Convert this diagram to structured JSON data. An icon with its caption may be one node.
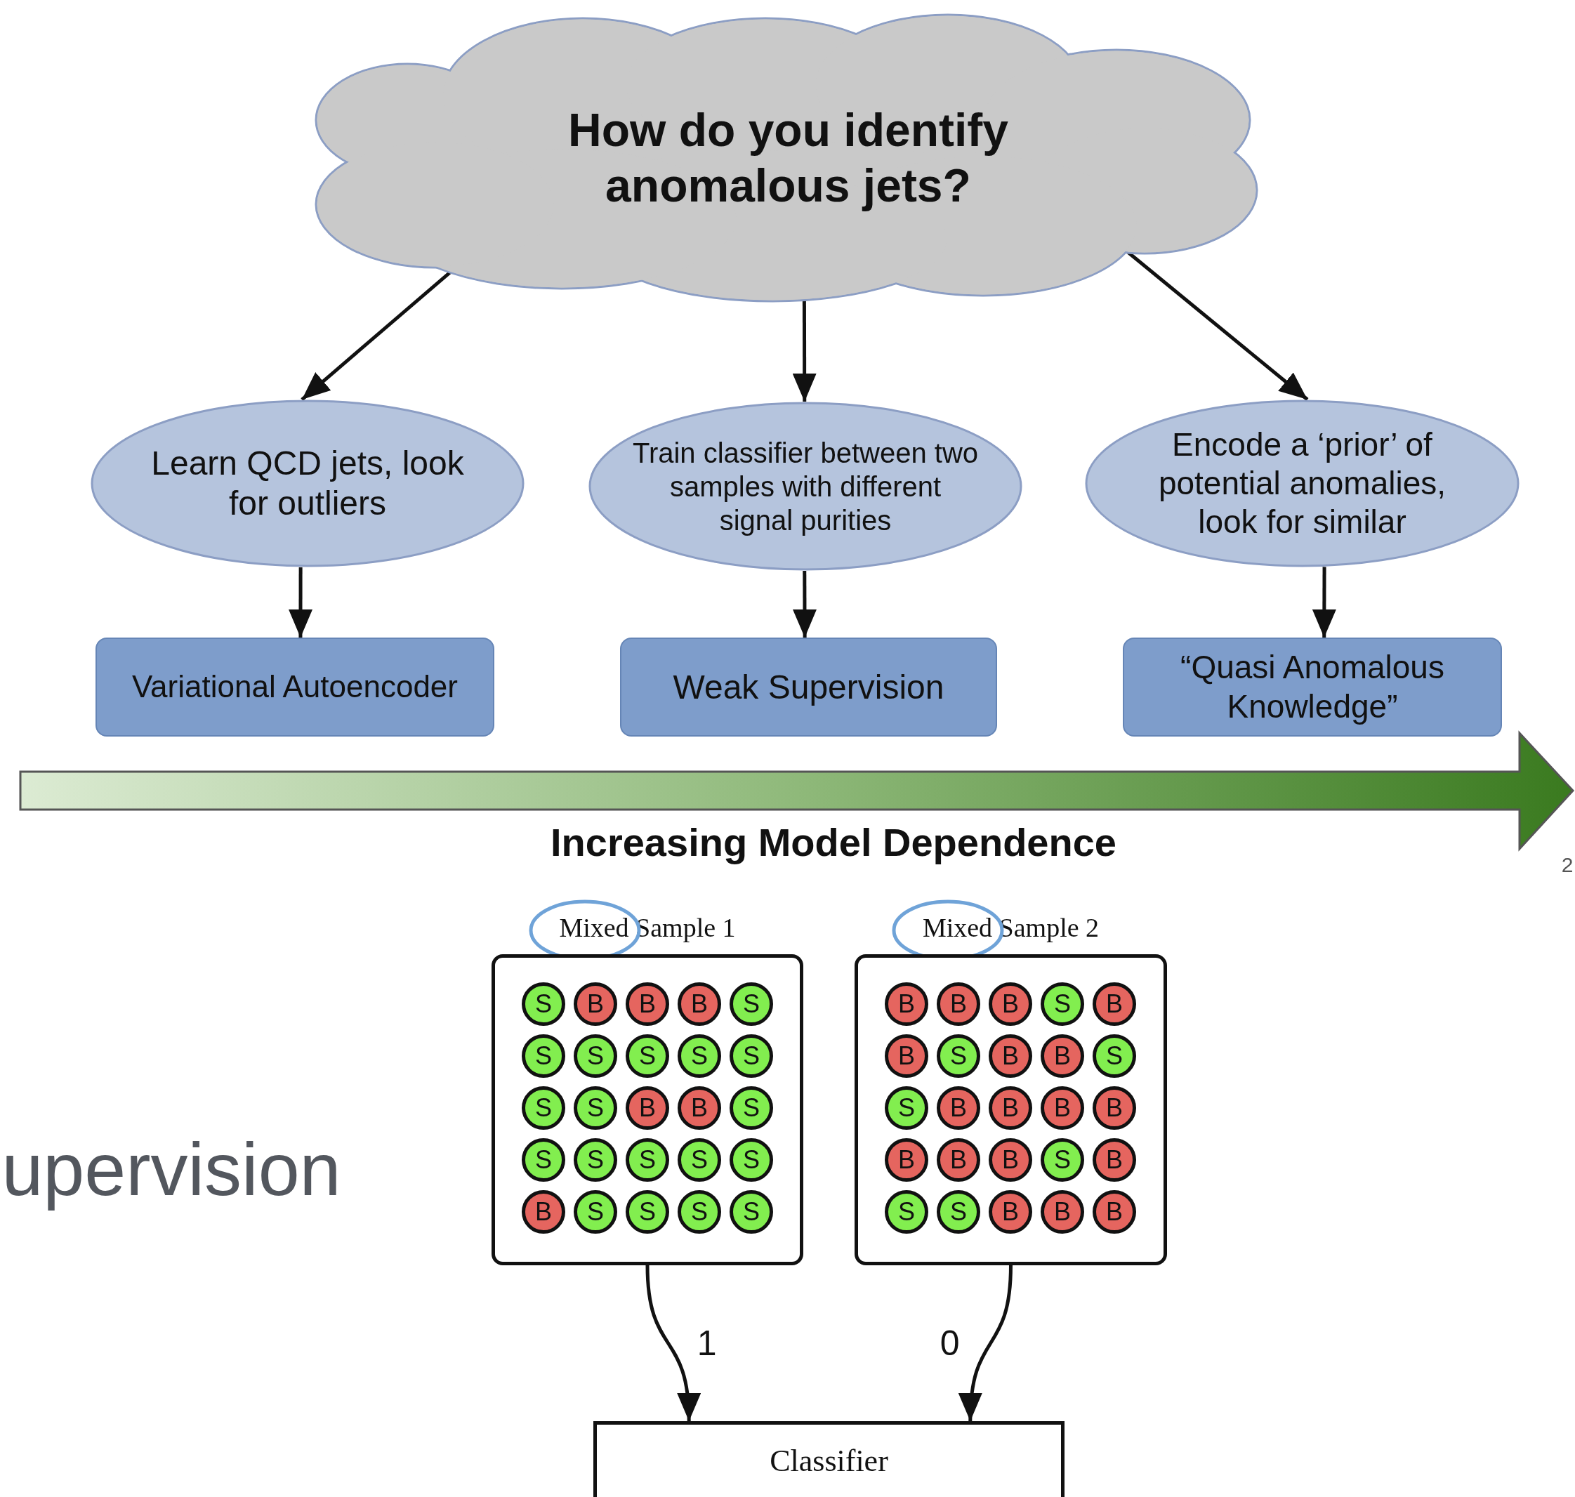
{
  "diagram": {
    "nodes": [
      {
        "text": [
          "How do you identify anomalous jets?"
        ]
      },
      {
        "text": [
          "Learn QCD jets, look for outliers"
        ]
      },
      {
        "text": [
          "Train classifier between two samples with different signal purities"
        ]
      },
      {
        "text": [
          "Encode a ‘prior’ of potential anomalies, look for similar"
        ]
      },
      {
        "text": [
          "Variational Autoencoder"
        ]
      },
      {
        "text": [
          "Weak Supervision"
        ]
      },
      {
        "text": [
          "“Quasi Anomalous Knowledge”"
        ]
      },
      {
        "text": [
          "Mixed Sample 1"
        ]
      },
      {
        "text": [
          "S"
        ],
        "in": 7
      },
      {
        "text": [
          "B"
        ],
        "in": 7
      },
      {
        "text": [
          "B"
        ],
        "in": 7
      },
      {
        "text": [
          "B"
        ],
        "in": 7
      },
      {
        "text": [
          "S"
        ],
        "in": 7
      },
      {
        "text": [
          "S"
        ],
        "in": 7
      },
      {
        "text": [
          "S"
        ],
        "in": 7
      },
      {
        "text": [
          "S"
        ],
        "in": 7
      },
      {
        "text": [
          "S"
        ],
        "in": 7
      },
      {
        "text": [
          "S"
        ],
        "in": 7
      },
      {
        "text": [
          "S"
        ],
        "in": 7
      },
      {
        "text": [
          "S"
        ],
        "in": 7
      },
      {
        "text": [
          "B"
        ],
        "in": 7
      },
      {
        "text": [
          "B"
        ],
        "in": 7
      },
      {
        "text": [
          "S"
        ],
        "in": 7
      },
      {
        "text": [
          "S"
        ],
        "in": 7
      },
      {
        "text": [
          "S"
        ],
        "in": 7
      },
      {
        "text": [
          "S"
        ],
        "in": 7
      },
      {
        "text": [
          "S"
        ],
        "in": 7
      },
      {
        "text": [
          "S"
        ],
        "in": 7
      },
      {
        "text": [
          "B"
        ],
        "in": 7
      },
      {
        "text": [
          "S"
        ],
        "in": 7
      },
      {
        "text": [
          "S"
        ],
        "in": 7
      },
      {
        "text": [
          "S"
        ],
        "in": 7
      },
      {
        "text": [
          "S"
        ],
        "in": 7
      },
      {
        "text": [
          "Mixed Sample 2"
        ]
      },
      {
        "text": [
          "B"
        ],
        "in": 33
      },
      {
        "text": [
          "B"
        ],
        "in": 33
      },
      {
        "text": [
          "B"
        ],
        "in": 33
      },
      {
        "text": [
          "S"
        ],
        "in": 33
      },
      {
        "text": [
          "B"
        ],
        "in": 33
      },
      {
        "text": [
          "B"
        ],
        "in": 33
      },
      {
        "text": [
          "S"
        ],
        "in": 33
      },
      {
        "text": [
          "B"
        ],
        "in": 33
      },
      {
        "text": [
          "B"
        ],
        "in": 33
      },
      {
        "text": [
          "S"
        ],
        "in": 33
      },
      {
        "text": [
          "S"
        ],
        "in": 33
      },
      {
        "text": [
          "B"
        ],
        "in": 33
      },
      {
        "text": [
          "B"
        ],
        "in": 33
      },
      {
        "text": [
          "B"
        ],
        "in": 33
      },
      {
        "text": [
          "B"
        ],
        "in": 33
      },
      {
        "text": [
          "B"
        ],
        "in": 33
      },
      {
        "text": [
          "B"
        ],
        "in": 33
      },
      {
        "text": [
          "B"
        ],
        "in": 33
      },
      {
        "text": [
          "S"
        ],
        "in": 33
      },
      {
        "text": [
          "B"
        ],
        "in": 33
      },
      {
        "text": [
          "S"
        ],
        "in": 33
      },
      {
        "text": [
          "S"
        ],
        "in": 33
      },
      {
        "text": [
          "B"
        ],
        "in": 33
      },
      {
        "text": [
          "B"
        ],
        "in": 33
      },
      {
        "text": [
          "B"
        ],
        "in": 33
      },
      {
        "text": [
          "Classifier"
        ]
      }
    ],
    "edges": [
      {
        "from": 0,
        "to": 1,
        "arrow": "to"
      },
      {
        "from": 0,
        "to": 2,
        "arrow": "to"
      },
      {
        "from": 0,
        "to": 3,
        "arrow": "to"
      },
      {
        "from": 1,
        "to": 4,
        "arrow": "to"
      },
      {
        "from": 2,
        "to": 5,
        "arrow": "to"
      },
      {
        "from": 3,
        "to": 6,
        "arrow": "to"
      },
      {
        "from": 7,
        "to": 59,
        "arrow": "to",
        "label": "1"
      },
      {
        "from": 33,
        "to": 59,
        "arrow": "to",
        "label": "0"
      }
    ],
    "labels": [
      "Increasing Model Dependence",
      "2",
      "upervision"
    ]
  }
}
